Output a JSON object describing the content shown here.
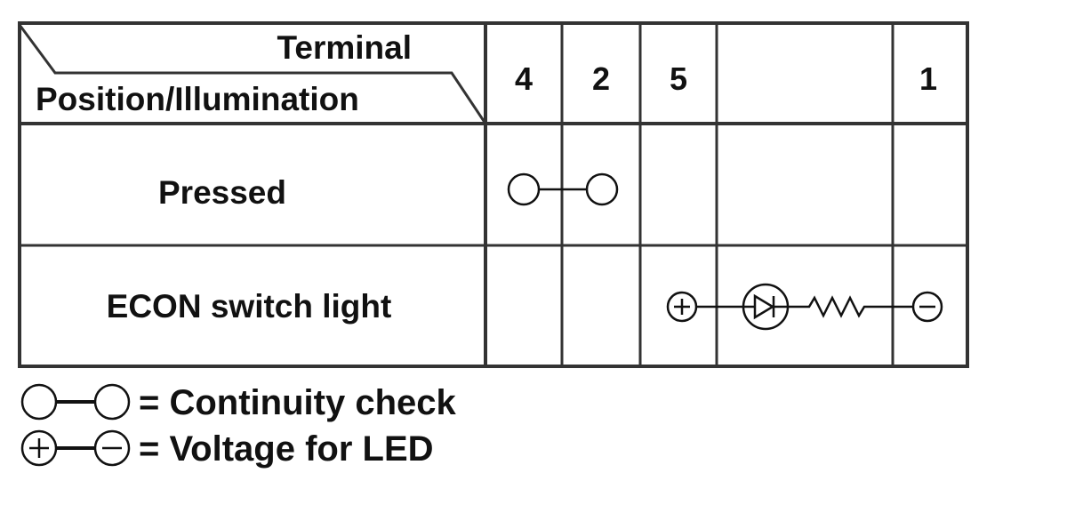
{
  "header": {
    "terminal_label": "Terminal",
    "position_label": "Position/Illumination"
  },
  "terminals": [
    "4",
    "2",
    "5",
    "",
    "1"
  ],
  "rows": [
    {
      "label": "Pressed"
    },
    {
      "label": "ECON switch light"
    }
  ],
  "legend": {
    "continuity": "= Continuity check",
    "voltage": "= Voltage for LED"
  }
}
